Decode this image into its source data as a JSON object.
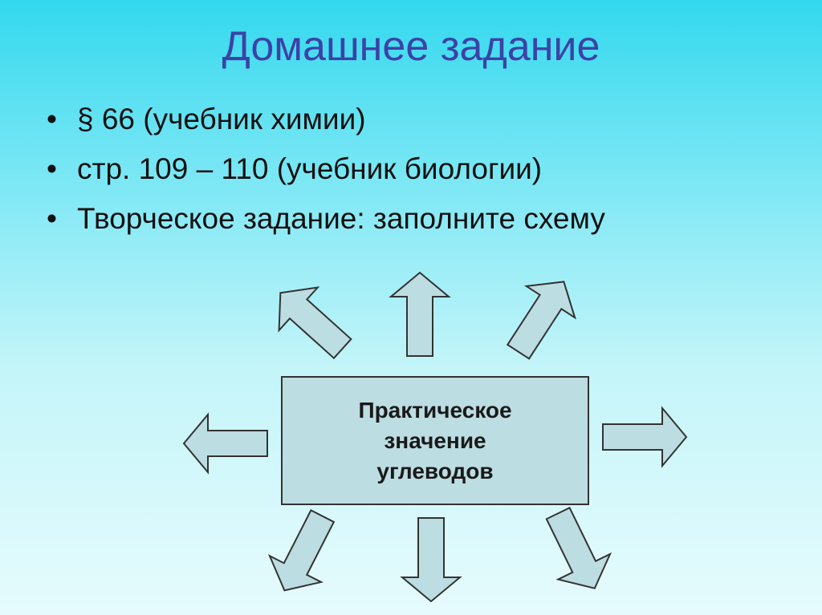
{
  "slide": {
    "title": "Домашнее задание",
    "bullets": [
      {
        "text": "§ 66 (учебник химии)"
      },
      {
        "text": "стр. 109 – 110 (учебник биологии)"
      },
      {
        "text": "Творческое задание: заполните схему"
      }
    ],
    "bullet_symbol": "•",
    "center_box": {
      "lines": [
        "Практическое",
        "значение",
        "углеводов"
      ]
    },
    "colors": {
      "title": "#3c42a6",
      "arrow_fill": "#bcdde2",
      "box_fill": "#bcdde2"
    }
  }
}
